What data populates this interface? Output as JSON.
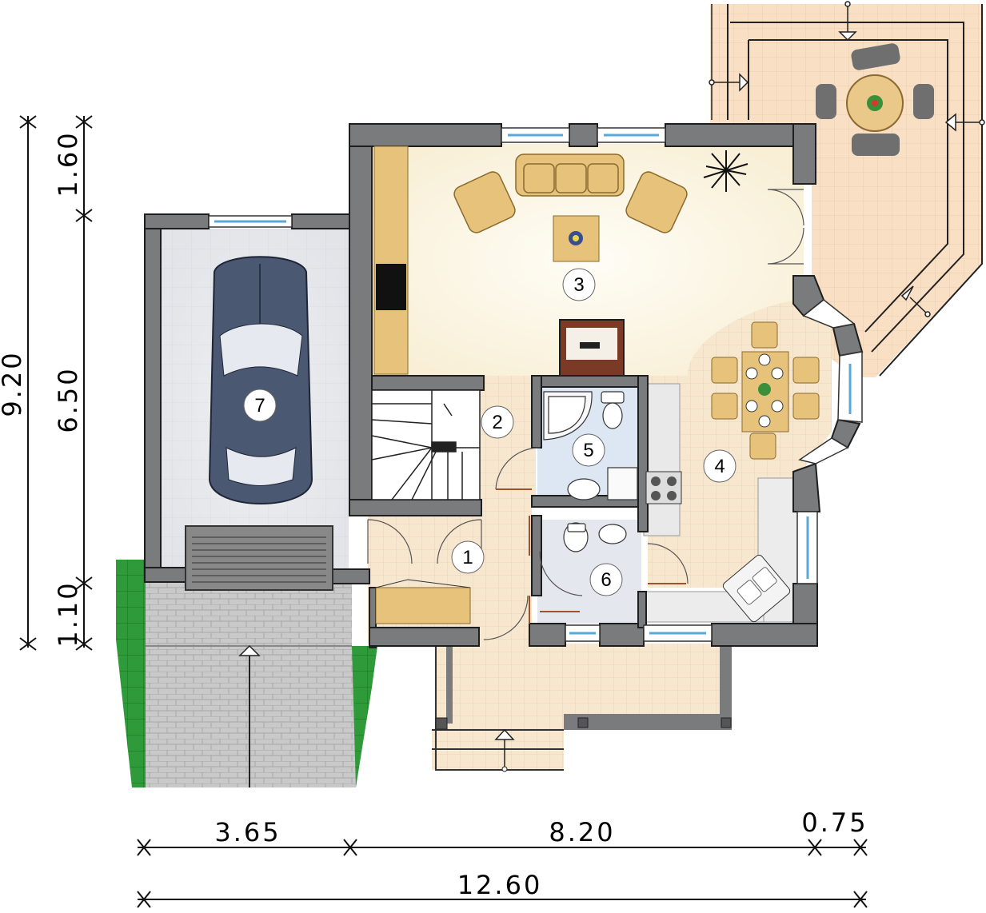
{
  "rooms": [
    {
      "number": "1"
    },
    {
      "number": "2"
    },
    {
      "number": "3"
    },
    {
      "number": "4"
    },
    {
      "number": "5"
    },
    {
      "number": "6"
    },
    {
      "number": "7"
    }
  ],
  "dimensions": {
    "bottom": {
      "a": "3.65",
      "b": "8.20",
      "c": "0.75",
      "total": "12.60"
    },
    "left": {
      "total": "9.20",
      "a": "1.60",
      "b": "6.50",
      "c": "1.10"
    }
  },
  "colors": {
    "wall": "#7a7b7d",
    "garage_floor": "#e3e5e8",
    "living_floor": "#fbf5e3",
    "tile_floor": "#f8e7cf",
    "terrace": "#f8dcbf",
    "grass": "#2f9a3a",
    "paving": "#c8c8c8",
    "car": "#4a5872",
    "furniture": "#e7c27a"
  }
}
